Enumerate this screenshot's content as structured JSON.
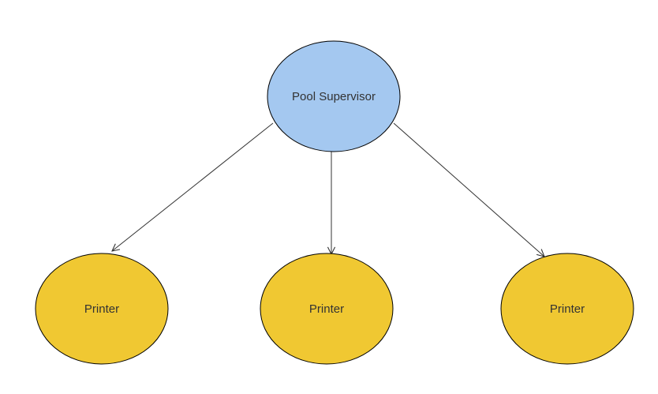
{
  "nodes": {
    "supervisor": {
      "label": "Pool Supervisor",
      "fill": "#A4C8F0"
    },
    "printer_left": {
      "label": "Printer",
      "fill": "#F0C832"
    },
    "printer_center": {
      "label": "Printer",
      "fill": "#F0C832"
    },
    "printer_right": {
      "label": "Printer",
      "fill": "#F0C832"
    }
  },
  "colors": {
    "stroke": "#000000",
    "edge": "#333333",
    "text": "#333333"
  },
  "edges": [
    {
      "from": "supervisor",
      "to": "printer_left"
    },
    {
      "from": "supervisor",
      "to": "printer_center"
    },
    {
      "from": "supervisor",
      "to": "printer_right"
    }
  ]
}
